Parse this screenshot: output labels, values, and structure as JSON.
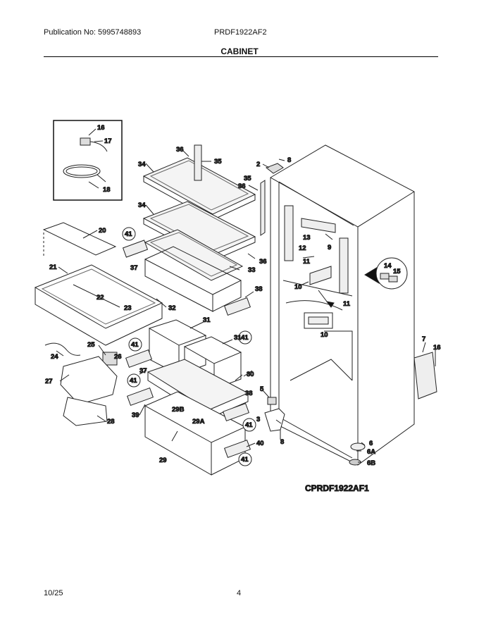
{
  "header": {
    "publication": "Publication No: 5995748893",
    "model": "PRDF1922AF2",
    "section_title": "CABINET"
  },
  "diagram_code": "CPRDF1922AF1",
  "callouts": {
    "c16a": "16",
    "c17": "17",
    "c18": "18",
    "c36a": "36",
    "c35a": "35",
    "c34a": "34",
    "c34b": "34",
    "c2": "2",
    "c8a": "8",
    "c35b": "35",
    "c36b": "36",
    "c20": "20",
    "c41a": "41",
    "c37a": "37",
    "c36c": "36",
    "c33": "33",
    "c21": "21",
    "c22": "22",
    "c23": "23",
    "c32": "32",
    "c38a": "38",
    "c13": "13",
    "c12": "12",
    "c9": "9",
    "c11a": "11",
    "c11b": "11",
    "c10a": "10",
    "c10b": "10",
    "c14": "14",
    "c15": "15",
    "c31a": "31",
    "c31b": "31",
    "c41b": "41",
    "c41c": "41",
    "c41d": "41",
    "c41e": "41",
    "c41f": "41",
    "c25": "25",
    "c24": "24",
    "c26": "26",
    "c27": "27",
    "c28": "28",
    "c37b": "37",
    "c39": "39",
    "c29b": "29B",
    "c29a": "29A",
    "c29": "29",
    "c30": "30",
    "c38b": "38",
    "c40": "40",
    "c5": "5",
    "c3": "3",
    "c8b": "8",
    "c7": "7",
    "c16b": "16",
    "c6": "6",
    "c6a": "6A",
    "c6b": "6B"
  },
  "footer": {
    "date": "10/25",
    "page": "4"
  }
}
